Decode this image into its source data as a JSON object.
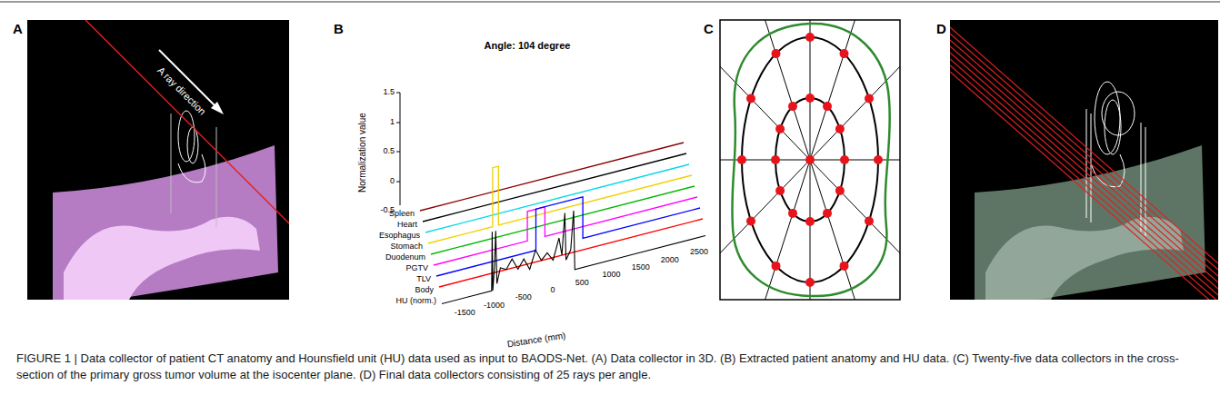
{
  "diagram": {
    "caption": "FIGURE 1 | Data collector of patient CT anatomy and Hounsfield unit (HU) data used as input to BAODS-Net. (A) Data collector in 3D. (B) Extracted patient anatomy and HU data. (C) Twenty-five data collectors in the cross-section of the primary gross tumor volume at the isocenter plane. (D) Final data collectors consisting of 25 rays per angle.",
    "labels": [
      "A",
      "B",
      "C",
      "D",
      "A ray direction",
      "Angle: 104 degree",
      "Normalization value",
      "1.5",
      "1",
      "0.5",
      "0",
      "-0.5",
      "Spleen",
      "Heart",
      "Esophagus",
      "Stomach",
      "Duodenum",
      "PGTV",
      "TLV",
      "Body",
      "HU (norm.)",
      "Distance (mm)",
      "-1500",
      "-1000",
      "-500",
      "0",
      "500",
      "1000",
      "1500",
      "2000",
      "2500"
    ]
  }
}
